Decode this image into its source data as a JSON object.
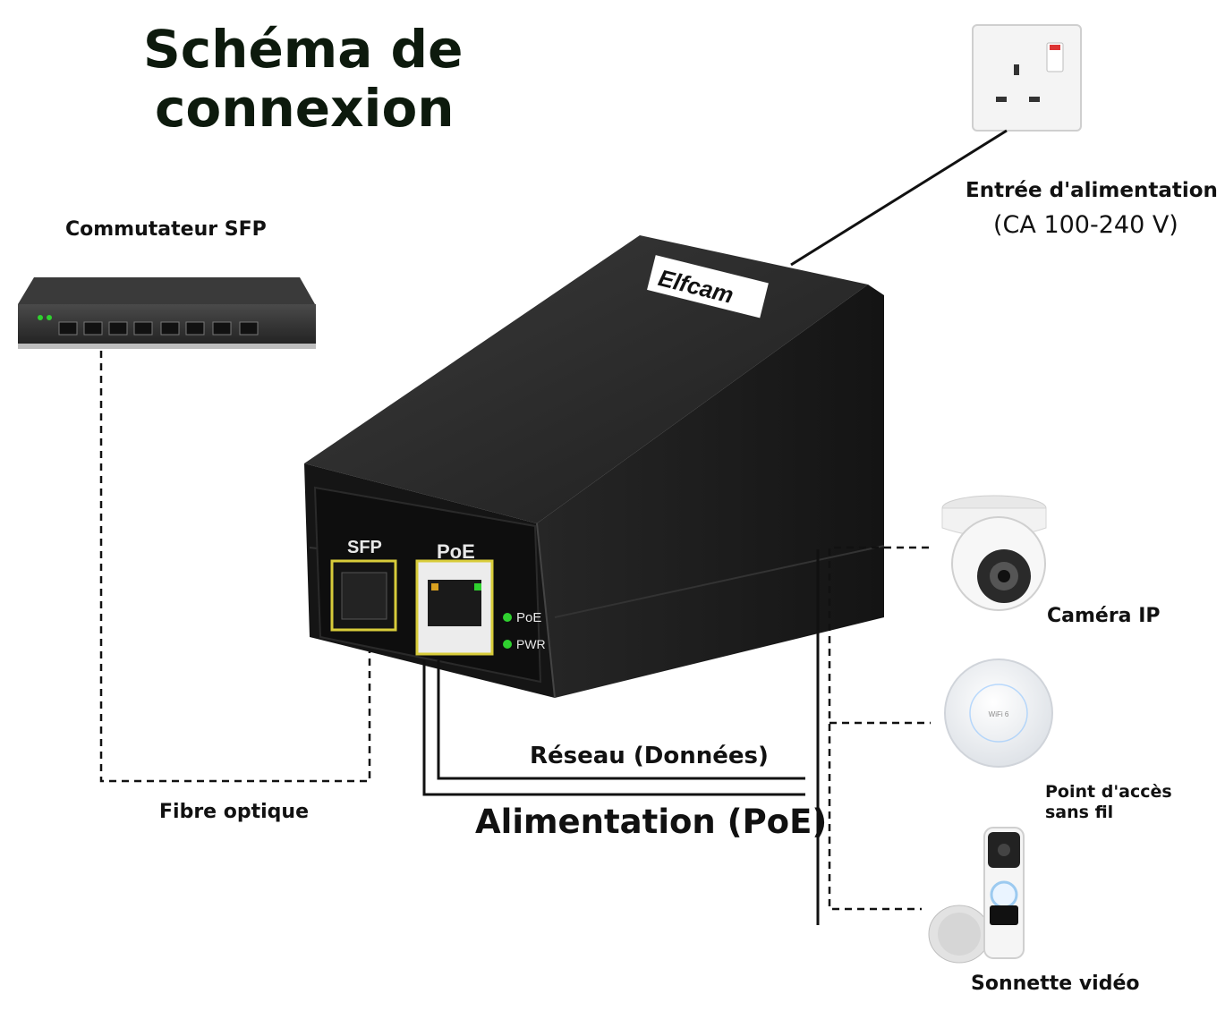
{
  "title": {
    "line1": "Schéma de",
    "line2": "connexion"
  },
  "labels": {
    "sfp_switch": "Commutateur SFP",
    "power_input": "Entrée d'alimentation",
    "power_input_spec": "(CA 100-240 V)",
    "ip_camera": "Caméra IP",
    "access_point": "Point d'accès sans fil",
    "video_doorbell": "Sonnette vidéo",
    "fiber": "Fibre optique",
    "network_data": "Réseau (Données)",
    "poe_power": "Alimentation (PoE)"
  },
  "device": {
    "brand": "Elfcam",
    "port_sfp": "SFP",
    "port_poe": "PoE",
    "led_poe": "PoE",
    "led_pwr": "PWR",
    "ap_badge": "WiFi 6"
  },
  "colors": {
    "device_body": "#1c1c1c",
    "port_outline": "#d8cc3a",
    "led": "#2fd12f",
    "text": "#111111"
  }
}
